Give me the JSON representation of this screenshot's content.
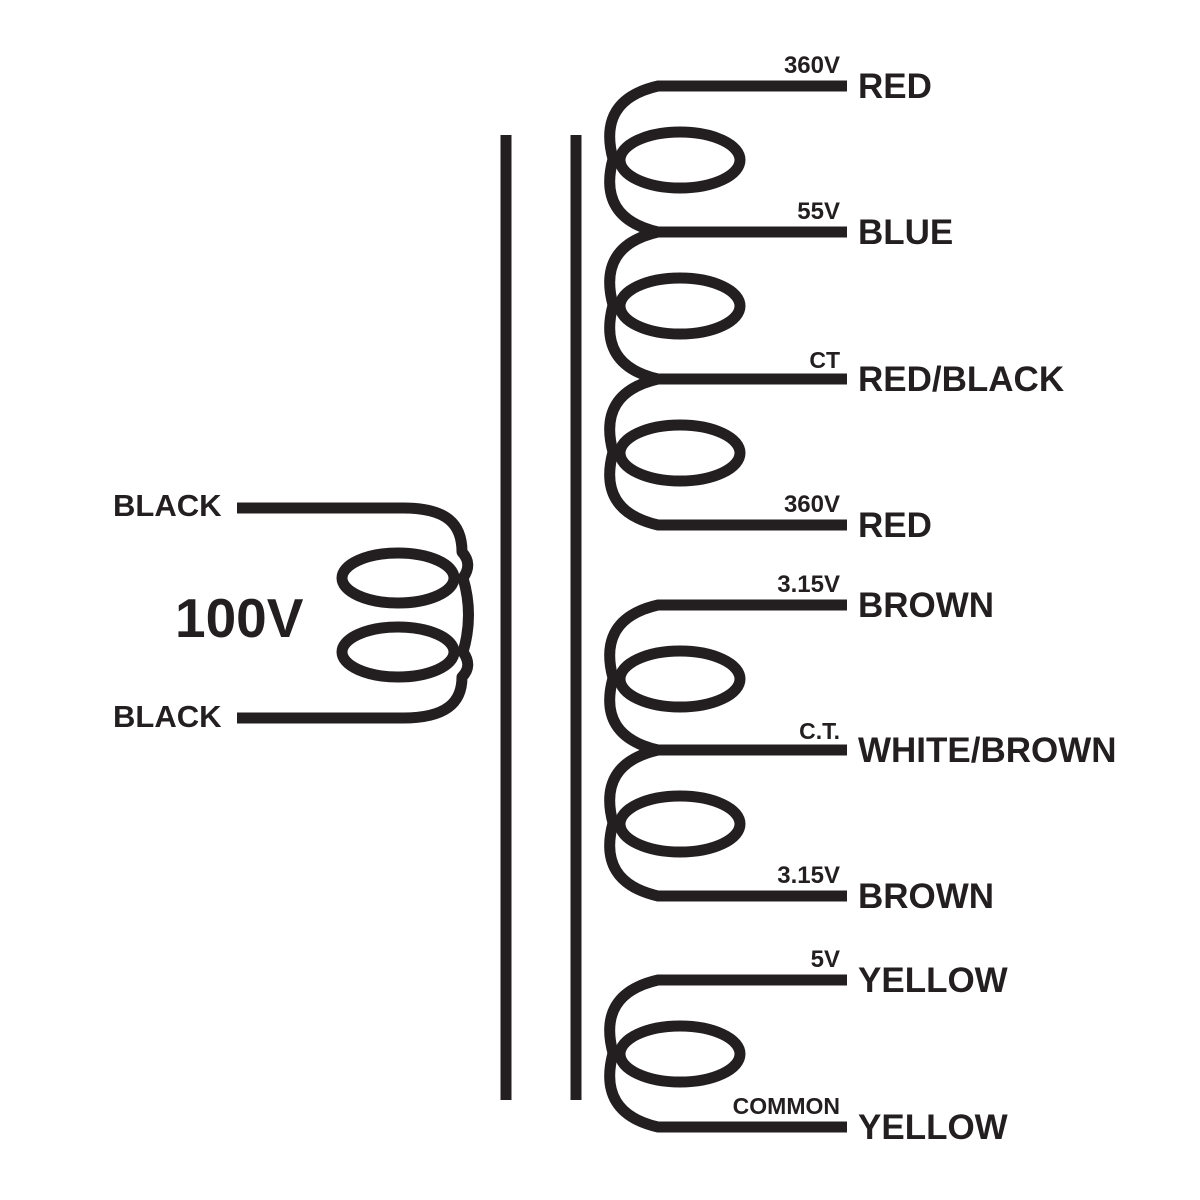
{
  "colors": {
    "ink": "#231f20",
    "background": "#ffffff"
  },
  "primary": {
    "voltage_label": "100V",
    "top_lead_color": "BLACK",
    "bottom_lead_color": "BLACK"
  },
  "secondary_windings": [
    {
      "taps": [
        {
          "label": "360V",
          "wire": "RED"
        },
        {
          "label": "55V",
          "wire": "BLUE"
        },
        {
          "label": "CT",
          "wire": "RED/BLACK"
        },
        {
          "label": "360V",
          "wire": "RED"
        }
      ]
    },
    {
      "taps": [
        {
          "label": "3.15V",
          "wire": "BROWN"
        },
        {
          "label": "C.T.",
          "wire": "WHITE/BROWN"
        },
        {
          "label": "3.15V",
          "wire": "BROWN"
        }
      ]
    },
    {
      "taps": [
        {
          "label": "5V",
          "wire": "YELLOW"
        },
        {
          "label": "COMMON",
          "wire": "YELLOW"
        }
      ]
    }
  ]
}
